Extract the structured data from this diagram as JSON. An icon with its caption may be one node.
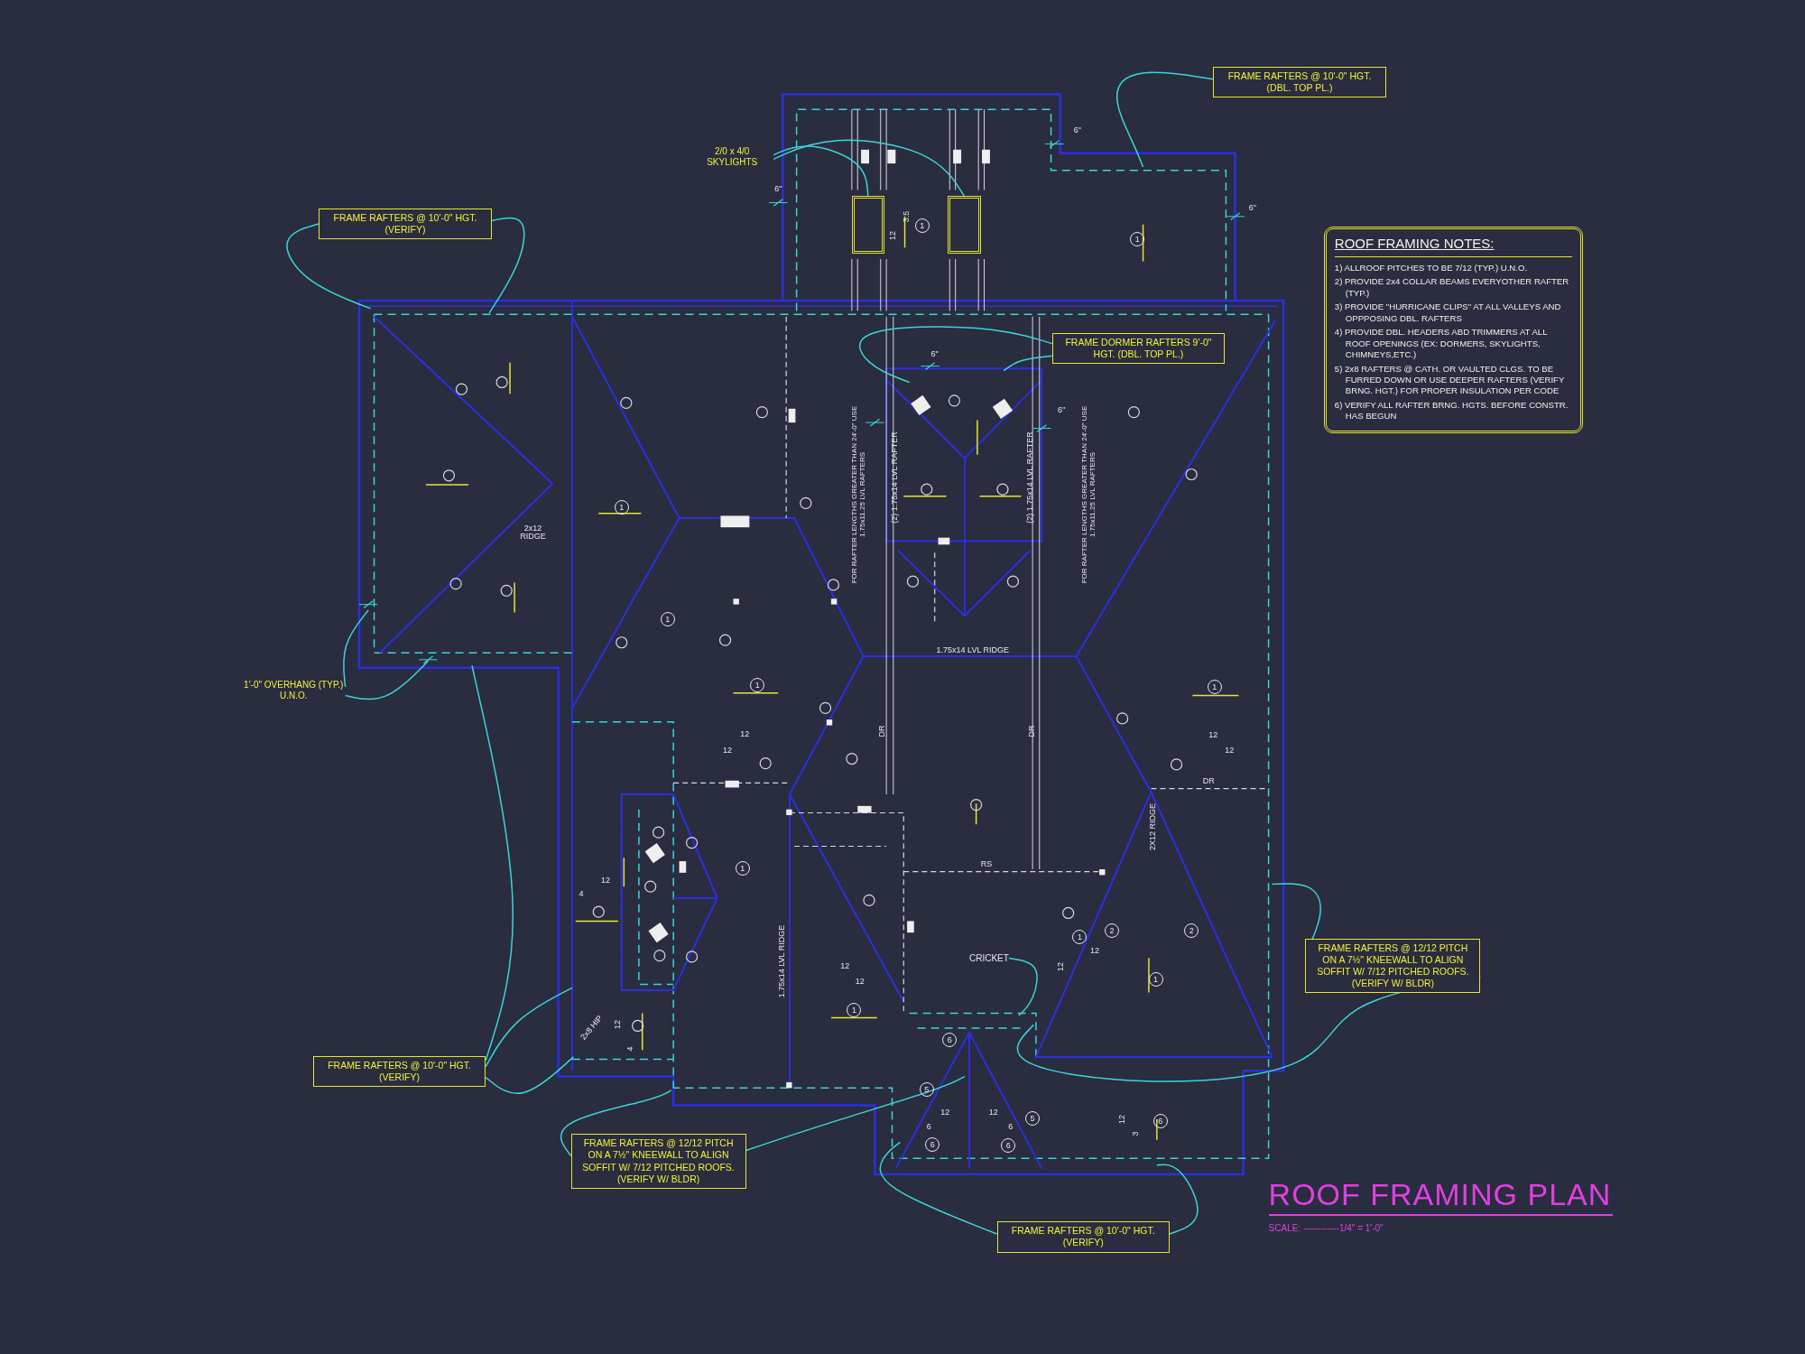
{
  "diagram": {
    "title": "ROOF FRAMING PLAN",
    "nodes": [
      {
        "text": [
          "FRAME RAFTERS @ 10'-0\" HGT. (VERIFY)"
        ]
      },
      {
        "text": [
          "FRAME RAFTERS @ 10'-0\" HGT. (DBL. TOP PL.)"
        ]
      },
      {
        "text": [
          "FRAME DORMER RAFTERS 9'-0\" HGT. (DBL. TOP PL.)"
        ]
      },
      {
        "text": [
          "ROOF FRAMING NOTES:",
          "1) ALLROOF PITCHES TO BE 7/12 (TYP.) U.N.O.",
          "2) PROVIDE 2x4 COLLAR BEAMS EVERYOTHER RAFTER (TYP.)",
          "3) PROVIDE \"HURRICANE CLIPS\" AT ALL VALLEYS AND OPPPOSING DBL. RAFTERS",
          "4) PROVIDE DBL. HEADERS ABD TRIMMERS AT ALL ROOF OPENINGS (EX: DORMERS, SKYLIGHTS, CHIMNEYS,ETC.)",
          "5) 2x8 RAFTERS @ CATH. OR VAULTED CLGS. TO BE FURRED DOWN OR USE DEEPER RAFTERS (VERIFY BRNG. HGT.) FOR PROPER INSULATION PER CODE",
          "6) VERIFY ALL RAFTER BRNG. HGTS. BEFORE CONSTR. HAS BEGUN"
        ]
      },
      {
        "text": [
          "FRAME RAFTERS @ 12/12 PITCH ON A 7½\" KNEEWALL TO ALIGN SOFFIT W/ 7/12 PITCHED ROOFS. (VERIFY W/ BLDR)"
        ]
      },
      {
        "text": [
          "FRAME RAFTERS @ 10'-0\" HGT. (VERIFY)"
        ]
      },
      {
        "text": [
          "FRAME RAFTERS @ 12/12 PITCH ON A 7½\" KNEEWALL TO ALIGN SOFFIT W/ 7/12 PITCHED ROOFS. (VERIFY W/ BLDR)"
        ]
      },
      {
        "text": [
          "FRAME RAFTERS @ 10'-0\" HGT. (VERIFY)"
        ]
      },
      {
        "text": [
          "2/0 x 4/0 SKYLIGHTS"
        ]
      },
      {
        "text": [
          "1'-0\" OVERHANG (TYP.) U.N.O."
        ]
      },
      {
        "text": [
          "CRICKET"
        ]
      },
      {
        "text": [],
        "shape": "box"
      },
      {
        "text": [],
        "shape": "box"
      }
    ],
    "edges": [
      {
        "from": 0,
        "to": null,
        "arrow": "none"
      },
      {
        "from": 0,
        "to": null,
        "arrow": "none"
      },
      {
        "from": 1,
        "to": null,
        "arrow": "none"
      },
      {
        "from": 2,
        "to": null,
        "arrow": "none"
      },
      {
        "from": 2,
        "to": null,
        "arrow": "none"
      },
      {
        "from": 8,
        "to": 11,
        "arrow": "none"
      },
      {
        "from": 8,
        "to": 12,
        "arrow": "none"
      },
      {
        "from": 9,
        "to": null,
        "arrow": "none"
      },
      {
        "from": 9,
        "to": null,
        "arrow": "none"
      },
      {
        "from": 4,
        "to": null,
        "arrow": "none"
      },
      {
        "from": 4,
        "to": null,
        "arrow": "none"
      },
      {
        "from": 5,
        "to": null,
        "arrow": "none"
      },
      {
        "from": 5,
        "to": null,
        "arrow": "none"
      },
      {
        "from": 5,
        "to": null,
        "arrow": "none"
      },
      {
        "from": 6,
        "to": null,
        "arrow": "none"
      },
      {
        "from": 6,
        "to": null,
        "arrow": "none"
      },
      {
        "from": 7,
        "to": null,
        "arrow": "none"
      },
      {
        "from": 7,
        "to": null,
        "arrow": "none"
      },
      {
        "from": 10,
        "to": null,
        "arrow": "none"
      }
    ],
    "labels": [
      "6\"",
      "6\"",
      "12",
      "3.5",
      "1",
      "1",
      "6\"",
      "6\"",
      "6\"",
      "2x12 RIDGE",
      "1",
      "FOR RAFTER LENGTHS GREATER THAN 24'-0\" USE 1.75x11.25 LVL RAFTERS",
      "(2) 1.75x14 LVL RAFTER",
      "(2) 1.75x14 LVL RAFTER",
      "FOR RAFTER LENGTHS GREATER THAN 24'-0\" USE 1.75x11.25 LVL RAFTERS",
      "1",
      "1.75x14 LVL RIDGE",
      "1",
      "1",
      "DR",
      "DR",
      "12",
      "12",
      "12",
      "12",
      "DR",
      "2X12 RIDGE",
      "1",
      "RS",
      "12",
      "4",
      "2",
      "2",
      "1",
      "12",
      "12",
      "1.75x14 LVL RIDGE",
      "12",
      "12",
      "1",
      "1",
      "2x8 HIP",
      "12",
      "4",
      "6",
      "5",
      "12",
      "6",
      "12",
      "6",
      "5",
      "12",
      "3",
      "6",
      "6",
      "6",
      "SCALE: ------------1/4\" = 1'-0\""
    ]
  }
}
